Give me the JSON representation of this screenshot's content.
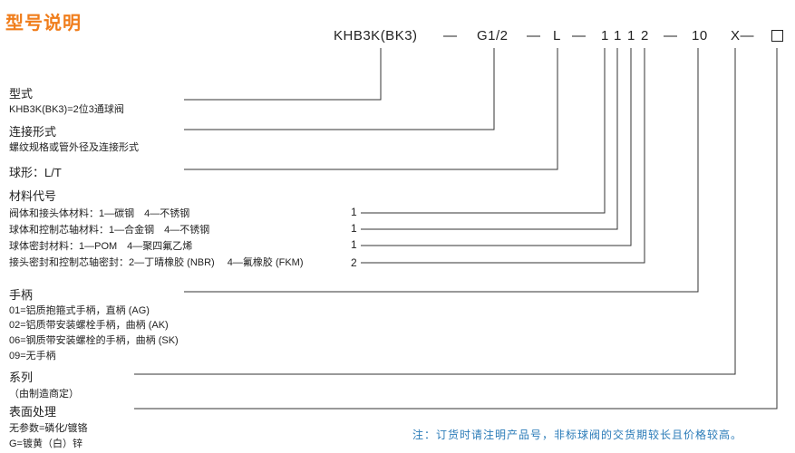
{
  "title": "型号说明",
  "code": {
    "model": "KHB3K(BK3)",
    "d1": "—",
    "conn": "G1/2",
    "d2": "—",
    "ball": "L",
    "d3": "—",
    "m1": "1",
    "m2": "1",
    "m3": "1",
    "m4": "2",
    "d4": "—",
    "handle": "10",
    "series": "X—"
  },
  "sections": {
    "type": {
      "heading": "型式",
      "line1": "KHB3K(BK3)=2位3通球阀"
    },
    "connection": {
      "heading": "连接形式",
      "line1": "螺纹规格或管外径及连接形式"
    },
    "ball": {
      "heading": "球形：L/T"
    },
    "material": {
      "heading": "材料代号",
      "items": [
        {
          "text": "阀体和接头体材料：1—碳钢　4—不锈钢",
          "value": "1"
        },
        {
          "text": "球体和控制芯轴材料：1—合金钢　4—不锈钢",
          "value": "1"
        },
        {
          "text": "球体密封材料：1—POM　4—聚四氟乙烯",
          "value": "1"
        },
        {
          "text": "接头密封和控制芯轴密封：2—丁晴橡胶 (NBR)　 4—氟橡胶 (FKM)",
          "value": "2"
        }
      ]
    },
    "handle": {
      "heading": "手柄",
      "items": [
        "01=铝质抱箍式手柄，直柄 (AG)",
        "02=铝质带安装螺栓手柄，曲柄 (AK)",
        "06=钢质带安装螺栓的手柄，曲柄 (SK)",
        "09=无手柄"
      ]
    },
    "series": {
      "heading": "系列",
      "line1": "（由制造商定）"
    },
    "surface": {
      "heading": "表面处理",
      "line1": "无参数=磷化/镀铬",
      "line2": "G=镀黄（白）锌"
    }
  },
  "note": "注：订货时请注明产品号，非标球阀的交货期较长且价格较高。"
}
